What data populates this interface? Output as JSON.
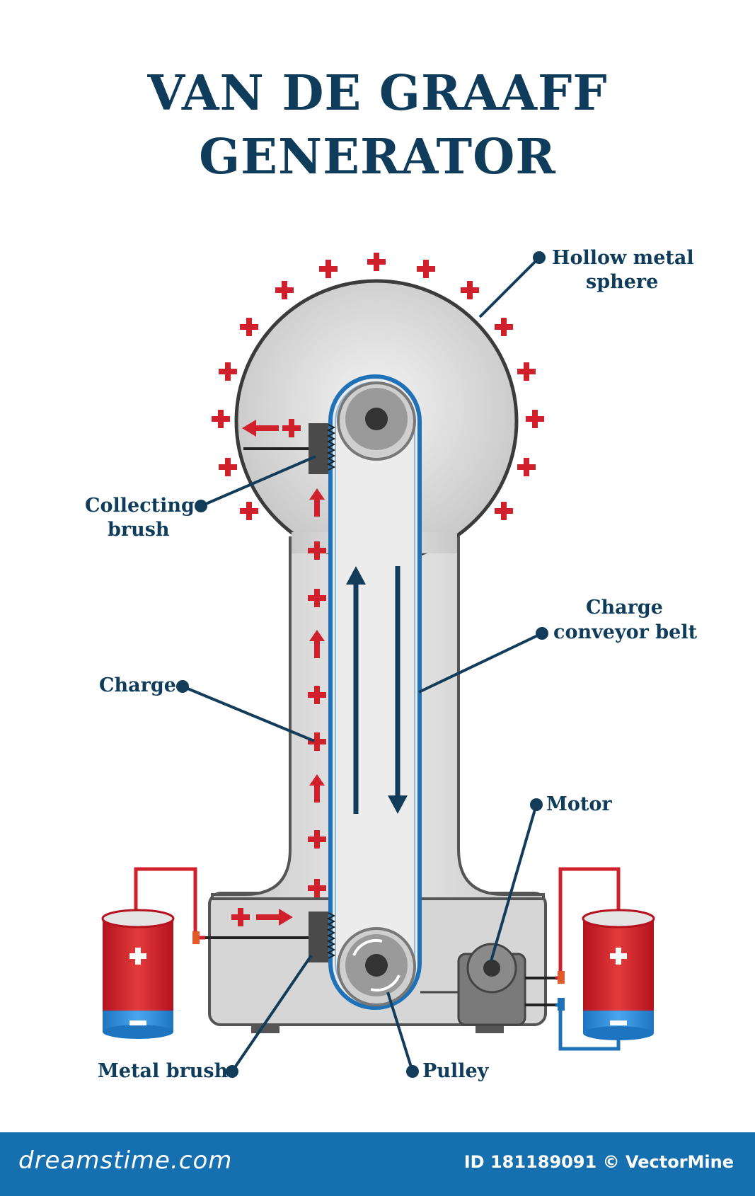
{
  "title": {
    "line1": "VAN DE GRAAFF",
    "line2": "GENERATOR"
  },
  "labels": {
    "hollow_sphere": [
      "Hollow metal",
      "sphere"
    ],
    "collecting_brush": [
      "Collecting",
      "brush"
    ],
    "conveyor_belt": [
      "Charge",
      "conveyor belt"
    ],
    "charge": "Charge",
    "motor": "Motor",
    "metal_brush": "Metal brush",
    "pulley": "Pulley"
  },
  "footer": {
    "brand": "dreamstime.com",
    "credit": "ID 181189091 © VectorMine"
  },
  "colors": {
    "title": "#0e3c5a",
    "charge_red": "#d0202c",
    "belt_blue": "#1f72b8",
    "footer_blue": "#1670b0",
    "body_gray": "#dcdcdc"
  }
}
